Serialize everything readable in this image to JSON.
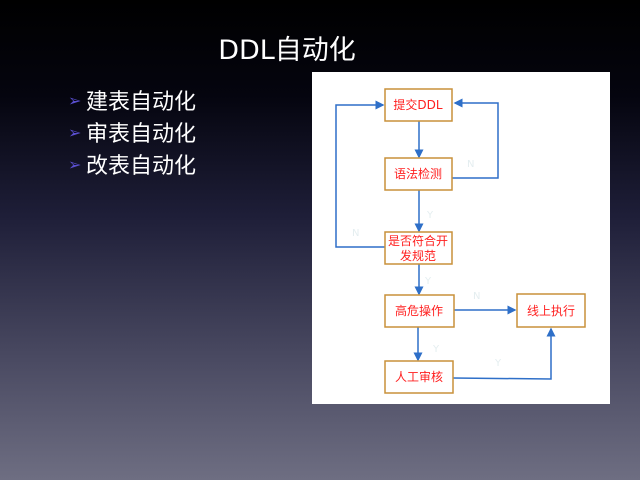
{
  "slide": {
    "title": "DDL自动化",
    "bullets": [
      "建表自动化",
      "审表自动化",
      "改表自动化"
    ]
  },
  "flowchart": {
    "nodes": {
      "submit": "提交DDL",
      "syntax": "语法检测",
      "spec_line1": "是否符合开",
      "spec_line2": "发规范",
      "risky": "高危操作",
      "review": "人工审核",
      "execute": "线上执行"
    },
    "edge_labels": {
      "syntax_n": "N",
      "syntax_y": "Y",
      "spec_n": "N",
      "spec_y": "Y",
      "risky_n": "N",
      "risky_y": "Y",
      "review_y": "Y"
    },
    "colors": {
      "box_border": "#c8913a",
      "text": "#ff2020",
      "line": "#2e6fc8"
    }
  }
}
